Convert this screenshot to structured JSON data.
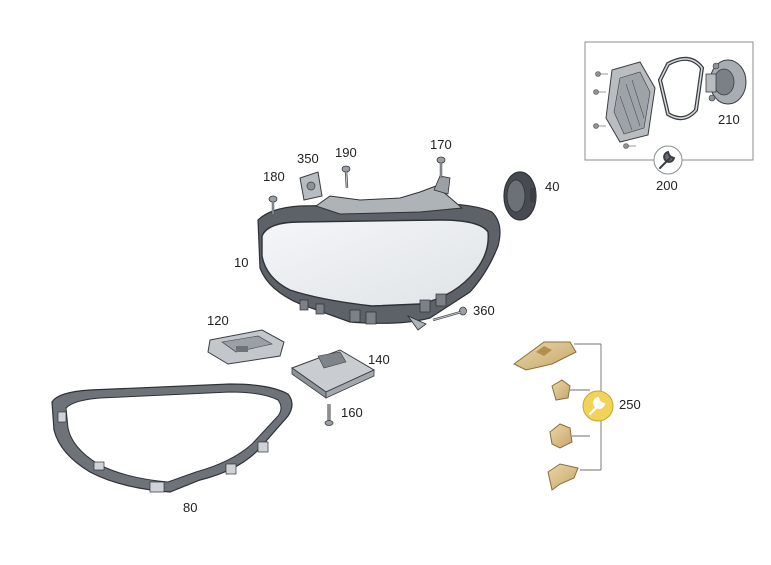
{
  "diagram": {
    "part_labels": {
      "p10": "10",
      "p40": "40",
      "p80": "80",
      "p120": "120",
      "p140": "140",
      "p160": "160",
      "p170": "170",
      "p180": "180",
      "p190": "190",
      "p200": "200",
      "p210": "210",
      "p250": "250",
      "p350": "350",
      "p360": "360"
    },
    "icons": {
      "service_kit": "wrench-icon",
      "repair_kit": "wrench-icon"
    },
    "colors": {
      "outline": "#3a3d42",
      "housing_fill": "#c9ccd1",
      "gasket_fill": "#6e737a",
      "bracket_fill": "#d9bf8a",
      "kit_badge": "#f2d35a"
    }
  }
}
